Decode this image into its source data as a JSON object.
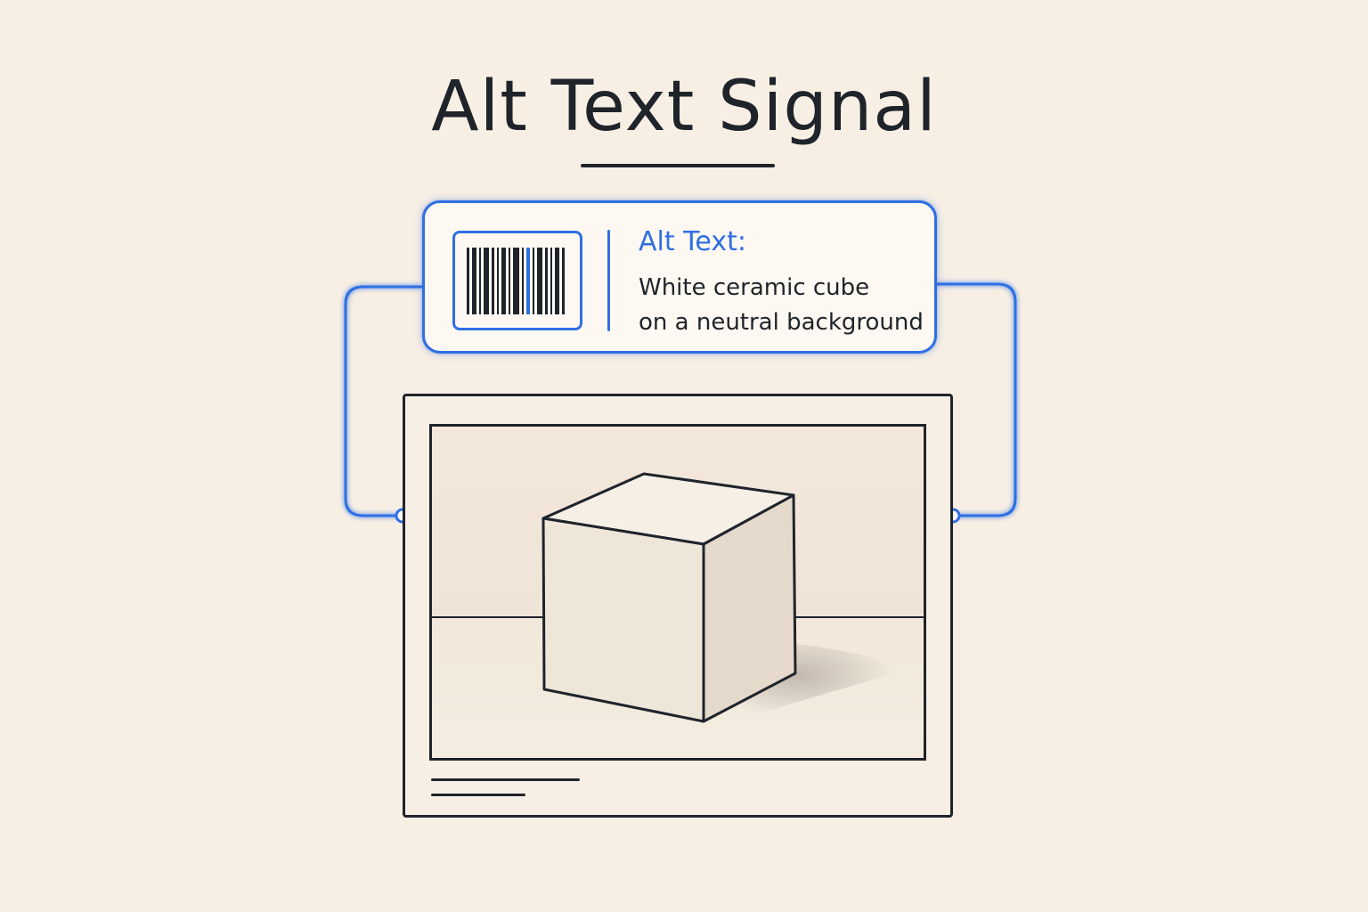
{
  "title": "Alt Text Signal",
  "alt_card": {
    "label": "Alt Text:",
    "description_lines": [
      "White ceramic cube",
      "on a neutral background"
    ]
  },
  "icons": {
    "barcode": "barcode-icon",
    "cube": "cube-illustration"
  },
  "colors": {
    "background": "#f8efe4",
    "accent": "#2f6fe3",
    "ink": "#1f242b",
    "cube_face": "#efe6da"
  }
}
